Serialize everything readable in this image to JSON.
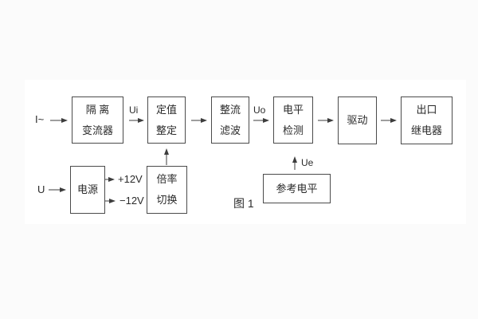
{
  "figure": {
    "caption": "图 1",
    "blocks": {
      "isolation": {
        "line1": "隔 离",
        "line2": "变流器"
      },
      "setting": {
        "line1": "定值",
        "line2": "整定"
      },
      "rectify": {
        "line1": "整流",
        "line2": "滤波"
      },
      "detect": {
        "line1": "电平",
        "line2": "检测"
      },
      "drive": {
        "label": "驱动"
      },
      "relay": {
        "line1": "出口",
        "line2": "继电器"
      },
      "power": {
        "label": "电源"
      },
      "ratio": {
        "line1": "倍率",
        "line2": "切换"
      },
      "reference": {
        "label": "参考电平"
      }
    },
    "signals": {
      "input_current": "I~",
      "ui": "Ui",
      "uo": "Uo",
      "input_voltage": "U",
      "plus_12v": "+12V",
      "minus_12v": "−12V",
      "ue": "Ue"
    },
    "colors": {
      "line": "#3d3d3d",
      "panel": "#ffffff",
      "page_bg": "#fbfbfb"
    }
  }
}
